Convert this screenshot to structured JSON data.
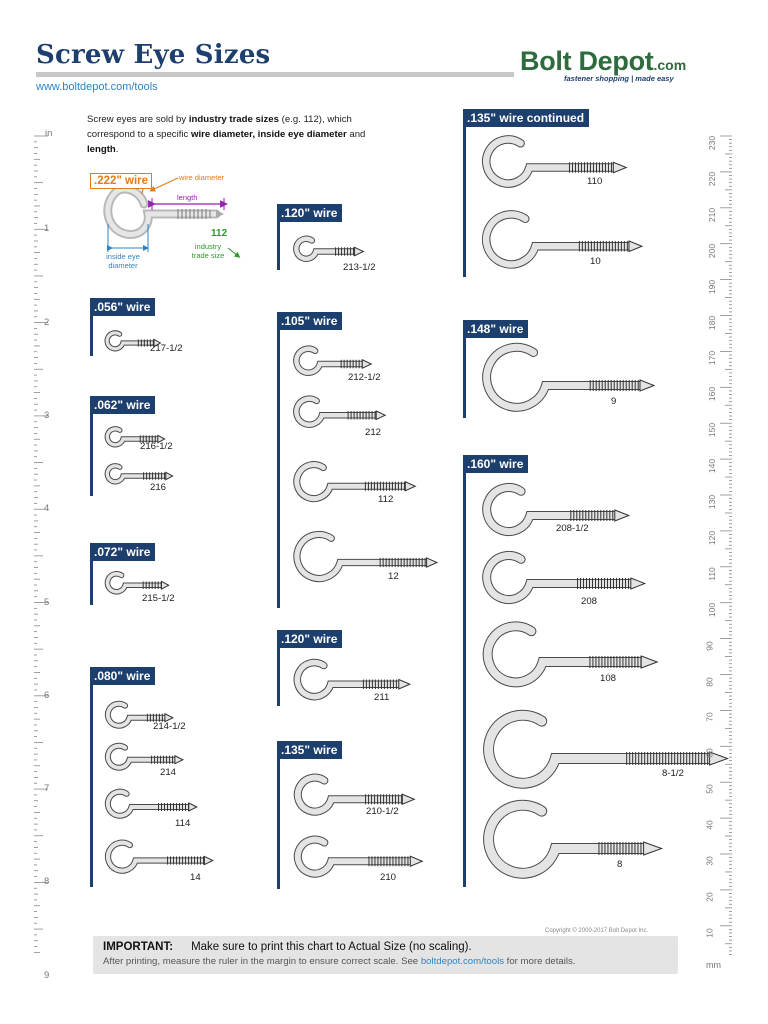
{
  "header": {
    "title": "Screw Eye Sizes",
    "url": "www.boltdepot.com/tools",
    "logo": {
      "name": "Bolt Depot",
      "suffix": ".com",
      "tagline": "fastener shopping  |  made easy"
    }
  },
  "intro": {
    "p1": "Screw eyes are sold by ",
    "b1": "industry trade sizes",
    "p2": " (e.g. 112), which correspond to a specific ",
    "b2": "wire diameter, inside eye diameter",
    "p3": " and ",
    "b3": "length",
    "p4": "."
  },
  "diagram": {
    "wire_label": ".222\" wire",
    "wire_diameter": "wire diameter",
    "length": "length",
    "trade_number": "112",
    "trade_size": "industry trade size",
    "inside_eye": "inside eye diameter"
  },
  "groups": [
    {
      "heading": ".056\" wire",
      "items": [
        {
          "size": "217-1/2"
        }
      ]
    },
    {
      "heading": ".062\" wire",
      "items": [
        {
          "size": "216-1/2"
        },
        {
          "size": "216"
        }
      ]
    },
    {
      "heading": ".072\" wire",
      "items": [
        {
          "size": "215-1/2"
        }
      ]
    },
    {
      "heading": ".080\" wire",
      "items": [
        {
          "size": "214-1/2"
        },
        {
          "size": "214"
        },
        {
          "size": "114"
        },
        {
          "size": "14"
        }
      ]
    },
    {
      "heading": ".120\" wire",
      "items": [
        {
          "size": "213-1/2"
        }
      ]
    },
    {
      "heading": ".105\" wire",
      "items": [
        {
          "size": "212-1/2"
        },
        {
          "size": "212"
        },
        {
          "size": "112"
        },
        {
          "size": "12"
        }
      ]
    },
    {
      "heading": ".120\" wire",
      "items": [
        {
          "size": "211"
        }
      ]
    },
    {
      "heading": ".135\" wire",
      "items": [
        {
          "size": "210-1/2"
        },
        {
          "size": "210"
        }
      ]
    },
    {
      "heading": ".135\" wire continued",
      "items": [
        {
          "size": "110"
        },
        {
          "size": "10"
        }
      ]
    },
    {
      "heading": ".148\" wire",
      "items": [
        {
          "size": "9"
        }
      ]
    },
    {
      "heading": ".160\" wire",
      "items": [
        {
          "size": "208-1/2"
        },
        {
          "size": "208"
        },
        {
          "size": "108"
        },
        {
          "size": "8-1/2"
        },
        {
          "size": "8"
        }
      ]
    }
  ],
  "rulers": {
    "left_unit": "in",
    "left_marks": [
      "1",
      "2",
      "3",
      "4",
      "5",
      "6",
      "7",
      "8",
      "9"
    ],
    "right_unit": "mm",
    "right_marks": [
      "230",
      "220",
      "210",
      "200",
      "190",
      "180",
      "170",
      "160",
      "150",
      "140",
      "130",
      "120",
      "110",
      "100",
      "90",
      "80",
      "70",
      "60",
      "50",
      "40",
      "30",
      "20",
      "10"
    ]
  },
  "footer": {
    "copyright": "Copyright © 2000-2017 Bolt Depot Inc.",
    "important": "IMPORTANT:",
    "line1": "Make sure to print this chart to Actual Size (no scaling).",
    "line2": "After printing, measure the ruler in the margin to ensure correct scale. See ",
    "link": "boltdepot.com/tools",
    "line2_end": " for more details."
  },
  "colors": {
    "navy": "#1d3f6e",
    "green": "#2e6b3d",
    "link": "#2e84c4",
    "orange": "#e07c1b",
    "purple": "#9a1fb4",
    "trade_green": "#2b9a2b"
  }
}
